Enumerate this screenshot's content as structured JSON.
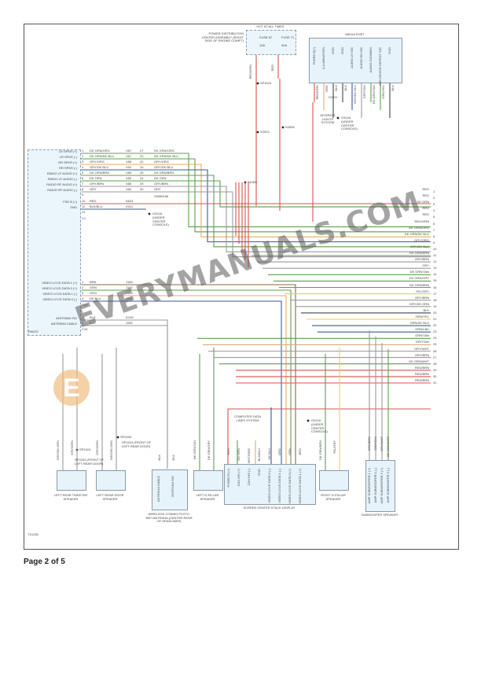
{
  "page": {
    "label": "Page 2 of 5",
    "diagram_code": "TS1330"
  },
  "watermark": {
    "text": "EVERYMANUALS.COM",
    "logo": "E"
  },
  "colors": {
    "red": "#d9534f",
    "green": "#5e9e4e",
    "gray": "#9a9a9a",
    "orange": "#e8a860",
    "blue": "#3a5a9e",
    "yellow": "#e6d24a",
    "tan": "#c9b07a",
    "black": "#444444",
    "brown": "#8a6a40"
  },
  "fuse_box": {
    "title": "HOT AT ALL TIMES",
    "name": "POWER DISTRIBUTION CENTER ASSEMBLY (RIGHT SIDE OF ENGINE COMPT)",
    "fuses": [
      {
        "label": "FUSE 67",
        "rating": "10A"
      },
      {
        "label": "FUSE 71",
        "rating": "30A"
      }
    ],
    "wires": [
      "RED/GRN",
      "RED"
    ]
  },
  "splices": [
    "SP2024",
    "S2023",
    "S0528",
    "SA383",
    "SP2434",
    "SP2424"
  ],
  "interior_lights": {
    "label": "INTERIOR LIGHTS SYSTEM",
    "splice": "S2911"
  },
  "grounds": [
    {
      "id": "G311A",
      "location": "(UNDER CENTER CONSOLE)"
    },
    {
      "id": "G312A",
      "location": "(UNDER CENTER CONSOLE)"
    },
    {
      "id": "G912A",
      "location": "(UNDER CENTER CONSOLE)"
    }
  ],
  "media_port": {
    "title": "MEDIA PORT",
    "pins": [
      "FUSED B(+)",
      "ILLUMINATION",
      "GND",
      "GND",
      "AUDIO LH SIG",
      "AUDIO RH SIG",
      "AUDIO COMMON",
      "USB DEVICE DETECT SIG",
      "GND"
    ],
    "wires": [
      "RED/GRN",
      "ORG",
      "BLK",
      "BLK",
      "GRY/DK BLU",
      "GRY/TAN",
      "DK GRN/TAN",
      "GRN/YEL",
      "BLK"
    ]
  },
  "radio": {
    "name": "RADIO",
    "connector_1": "C1",
    "pins": [
      {
        "label": "LR SPKR (+)",
        "num": "1",
        "wire": "DK GRN/ORG",
        "circuit": "X87",
        "conn": "27",
        "out": "DK GRN/ORG"
      },
      {
        "label": "LR SPKR (-)",
        "num": "2",
        "wire": "DK GRN/DK BLU",
        "circuit": "X87",
        "conn": "20",
        "out": "DK GRN/DK BLU"
      },
      {
        "label": "RR SPKR (+)",
        "num": "3",
        "wire": "GRY/ORG",
        "circuit": "X88",
        "conn": "22",
        "out": "GRY/ORG"
      },
      {
        "label": "RR SPKR (-)",
        "num": "4",
        "wire": "GRY/DK BLU",
        "circuit": "X92",
        "conn": "10",
        "out": "GRY/DK BLU"
      },
      {
        "label": "RADIO LF AUDIO (+)",
        "num": "5",
        "wire": "DK GRN/BRN",
        "circuit": "X85",
        "conn": "25",
        "out": "DK GRN/BRN"
      },
      {
        "label": "RADIO LF AUDIO (-)",
        "num": "6",
        "wire": "DK GRN",
        "circuit": "X83",
        "conn": "24",
        "out": "DK GRN"
      },
      {
        "label": "RADIO RF AUDIO (+)",
        "num": "7",
        "wire": "GRY/BRN",
        "circuit": "X86",
        "conn": "29",
        "out": "GRY/BRN"
      },
      {
        "label": "RADIO RF AUDIO (-)",
        "num": "8",
        "wire": "GRY",
        "circuit": "X84",
        "conn": "30",
        "out": "GRY"
      },
      {
        "label": "",
        "num": "9",
        "wire": "",
        "circuit": "",
        "conn": "",
        "out": ""
      },
      {
        "label": "FSD B (+)",
        "num": "10",
        "wire": "RED",
        "circuit": "A633",
        "conn": "",
        "out": ""
      },
      {
        "label": "GND",
        "num": "11",
        "wire": "BLK/BLU",
        "circuit": "Z912",
        "conn": "",
        "out": ""
      },
      {
        "label": "",
        "num": "12",
        "wire": "",
        "circuit": "",
        "conn": "",
        "out": ""
      }
    ],
    "inline_connector": "X5085156",
    "connector_2": "C10",
    "video_pins": [
      {
        "label": "VIDEO LCVD DATA 1 (+)",
        "num": "1",
        "wire": "BRN",
        "circuit": "J184"
      },
      {
        "label": "VIDEO LCVD DATA 0 (+)",
        "num": "2",
        "wire": "GRN",
        "circuit": "J182"
      },
      {
        "label": "VIDEO LCVD DATA 1 (-)",
        "num": "3",
        "wire": "ORG",
        "circuit": "J183"
      },
      {
        "label": "VIDEO LCVD DATA 0 (-)",
        "num": "4",
        "wire": "DK BLU",
        "circuit": "J181"
      }
    ],
    "connector_3": "C15",
    "antenna_pins": [
      {
        "label": "ANTENNA SIG",
        "num": "1",
        "wire": "BLK",
        "circuit": "D195"
      },
      {
        "label": "ANTENNA CABLE",
        "num": "2",
        "wire": "BLK",
        "circuit": "J282"
      }
    ]
  },
  "output_wires": [
    {
      "num": "1",
      "label": "RED",
      "color": "red"
    },
    {
      "num": "2",
      "label": "RED",
      "color": "red"
    },
    {
      "num": "3",
      "label": "DK GRN",
      "color": "green"
    },
    {
      "num": "4",
      "label": "RED",
      "color": "red"
    },
    {
      "num": "5",
      "label": "RED",
      "color": "red"
    },
    {
      "num": "6",
      "label": "RED/GRN",
      "color": "red"
    },
    {
      "num": "7",
      "label": "DK GRN/ORG",
      "color": "green"
    },
    {
      "num": "8",
      "label": "DK GRN/DK BLU",
      "color": "green"
    },
    {
      "num": "9",
      "label": "GRY/ORG",
      "color": "orange"
    },
    {
      "num": "10",
      "label": "GRY/DK BLU",
      "color": "blue"
    },
    {
      "num": "11",
      "label": "DK GRN/BRN",
      "color": "green"
    },
    {
      "num": "12",
      "label": "GRY/BRN",
      "color": "gray"
    },
    {
      "num": "13",
      "label": "GRY",
      "color": "gray"
    },
    {
      "num": "14",
      "label": "DK GRN/TAN",
      "color": "green"
    },
    {
      "num": "15",
      "label": "DK GRN/GRY",
      "color": "green"
    },
    {
      "num": "16",
      "label": "DK GRN/BRN",
      "color": "green"
    },
    {
      "num": "17",
      "label": "YEL/GRY",
      "color": "yellow"
    },
    {
      "num": "18",
      "label": "GRY/BRN",
      "color": "gray"
    },
    {
      "num": "19",
      "label": "GRY/DK GRN",
      "color": "gray"
    },
    {
      "num": "20",
      "label": "BLK",
      "color": "black"
    },
    {
      "num": "21",
      "label": "GRN/YEL",
      "color": "yellow"
    },
    {
      "num": "22",
      "label": "GRN/DK BLU",
      "color": "blue"
    },
    {
      "num": "23",
      "label": "GRN/LBU",
      "color": "blue"
    },
    {
      "num": "24",
      "label": "GRN/TAN",
      "color": "green"
    },
    {
      "num": "25",
      "label": "GRY/TAN",
      "color": "tan"
    },
    {
      "num": "26",
      "label": "GRY/WHT",
      "color": "gray"
    },
    {
      "num": "27",
      "label": "GRY/BRN",
      "color": "gray"
    },
    {
      "num": "28",
      "label": "DK GRN/WHT",
      "color": "green"
    },
    {
      "num": "29",
      "label": "RED/BRN",
      "color": "red"
    },
    {
      "num": "30",
      "label": "RED/BRN",
      "color": "red"
    },
    {
      "num": "31",
      "label": "RED/BRN",
      "color": "red"
    }
  ],
  "components": {
    "lr_tweeter": {
      "name": "LEFT REAR TWEETER SPEAKER",
      "wires": [
        "GRY/DK GRN",
        "GRY/GRN"
      ]
    },
    "lr_door": {
      "name": "LEFT REAR DOOR SPEAKER",
      "wires": [
        "GRY/GRN",
        "GRY/DK GRN"
      ],
      "splice_a": "SP2434 (FRONT OF LEFT REAR DOOR)",
      "splice_b": "SP2424 (FRONT OF LEFT REAR DOOR)"
    },
    "antenna": {
      "name": "WIRELESS CONNECTIVITY/ WIFI ANTENNA (CENTER REAR OF HEADLINER)",
      "pins": [
        "ANTENNA CABLE",
        "ANTENNA SIG"
      ],
      "wires": [
        "BLK",
        "BLK"
      ]
    },
    "ld_pillar": {
      "name": "LEFT D-PILLAR SPEAKER",
      "wires": [
        "DK GRN/TAN",
        "DK GRN/GRY"
      ]
    },
    "display": {
      "name": "SCREEN CENTER STACK DISPLAY",
      "data_link": "COMPUTER DATA LINES SYSTEM",
      "pins": [
        "FUSED B (+)",
        "CAN IHS (+)",
        "CAN IHS (-)",
        "GND",
        "VIDEO LCVD DATA 0 (-)",
        "VIDEO LCVD DATA 1 (-)",
        "VIDEO LCVD DATA 0 (+)",
        "VIDEO LCVD DATA 1 (+)"
      ],
      "wires": [
        "RED",
        "DK GRN",
        "WHT/ORG",
        "BLK/BLU",
        "DK BLU",
        "ORG",
        "GRN",
        "BRN"
      ]
    },
    "rd_pillar": {
      "name": "RIGHT D-PILLAR SPEAKER",
      "wires": [
        "DK GRN/BRN",
        "YEL/GRY"
      ]
    },
    "subwoofer": {
      "name": "SUBWOOFER SPEAKER",
      "pins": [
        "AMP SUBWOOFER 1 (+)",
        "AMP SUBWOOFER 1 (-)",
        "AMP SUBWOOFER 2 (+)",
        "AMP SUBWOOFER 2 (-)"
      ],
      "wires": [
        "GRY/BRN",
        "GRY/TAN",
        "GRY/WHT",
        "DK GRN/WHT"
      ]
    }
  }
}
